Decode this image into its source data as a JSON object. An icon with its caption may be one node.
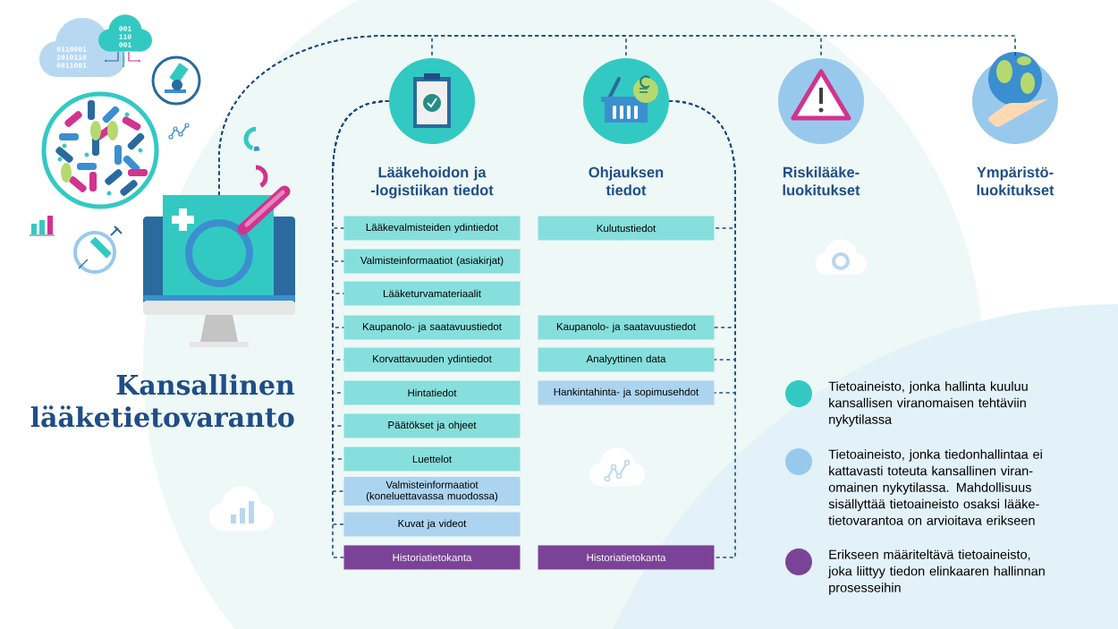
{
  "diagram": {
    "title": "Kansallinen lääketietovaranto",
    "nodes": [
      {
        "text": [],
        "shape": "picture"
      },
      {
        "text": [
          "Lääkehoidon ja -logistiikan tiedot"
        ]
      },
      {
        "text": [
          "Ohjauksen tiedot"
        ]
      },
      {
        "text": [
          "Riskilääke-luokitukset"
        ]
      },
      {
        "text": [
          "Ympäristö-luokitukset"
        ]
      },
      {
        "text": [
          "Lääkevalmisteiden ydintiedot"
        ]
      },
      {
        "text": [
          "Valmisteinformaatiot (asiakirjat)"
        ]
      },
      {
        "text": [
          "Lääketurvamateriaalit"
        ]
      },
      {
        "text": [
          "Kaupanolo- ja saatavuustiedot"
        ]
      },
      {
        "text": [
          "Korvattavuuden ydintiedot"
        ]
      },
      {
        "text": [
          "Hintatiedot"
        ]
      },
      {
        "text": [
          "Päätökset ja ohjeet"
        ]
      },
      {
        "text": [
          "Luettelot"
        ]
      },
      {
        "text": [
          "Valmisteinformaatiot (koneluettavassa muodossa)"
        ]
      },
      {
        "text": [
          "Kuvat ja videot"
        ]
      },
      {
        "text": [
          "Historiatietokanta"
        ]
      },
      {
        "text": [
          "Kulutustiedot"
        ]
      },
      {
        "text": [
          "Kaupanolo- ja saatavuustiedot"
        ]
      },
      {
        "text": [
          "Analyyttinen data"
        ]
      },
      {
        "text": [
          "Hankintahinta- ja sopimusehdot"
        ]
      },
      {
        "text": [
          "Historiatietokanta"
        ]
      }
    ],
    "edges": [
      {
        "from": 0,
        "to": 1,
        "arrow": "none",
        "style": "dashed"
      },
      {
        "from": 0,
        "to": 2,
        "arrow": "none",
        "style": "dashed"
      },
      {
        "from": 0,
        "to": 3,
        "arrow": "none",
        "style": "dashed"
      },
      {
        "from": 0,
        "to": 4,
        "arrow": "none",
        "style": "dashed"
      },
      {
        "from": 1,
        "to": 5,
        "arrow": "none",
        "style": "dashed"
      },
      {
        "from": 1,
        "to": 6,
        "arrow": "none",
        "style": "dashed"
      },
      {
        "from": 1,
        "to": 7,
        "arrow": "none",
        "style": "dashed"
      },
      {
        "from": 1,
        "to": 8,
        "arrow": "none",
        "style": "dashed"
      },
      {
        "from": 1,
        "to": 9,
        "arrow": "none",
        "style": "dashed"
      },
      {
        "from": 1,
        "to": 10,
        "arrow": "none",
        "style": "dashed"
      },
      {
        "from": 1,
        "to": 11,
        "arrow": "none",
        "style": "dashed"
      },
      {
        "from": 1,
        "to": 12,
        "arrow": "none",
        "style": "dashed"
      },
      {
        "from": 1,
        "to": 13,
        "arrow": "none",
        "style": "dashed"
      },
      {
        "from": 1,
        "to": 14,
        "arrow": "none",
        "style": "dashed"
      },
      {
        "from": 1,
        "to": 15,
        "arrow": "none",
        "style": "dashed"
      },
      {
        "from": 2,
        "to": 16,
        "arrow": "none",
        "style": "dashed"
      },
      {
        "from": 2,
        "to": 17,
        "arrow": "none",
        "style": "dashed"
      },
      {
        "from": 2,
        "to": 18,
        "arrow": "none",
        "style": "dashed"
      },
      {
        "from": 2,
        "to": 19,
        "arrow": "none",
        "style": "dashed"
      },
      {
        "from": 2,
        "to": 20,
        "arrow": "none",
        "style": "dashed"
      }
    ],
    "labels": [
      "001",
      "110",
      "001",
      "0110001",
      "1010110",
      "0011001"
    ],
    "legend": [
      {
        "text": "Tietoaineisto, jonka hallinta kuuluu kansallisen viranomaisen tehtäviin nykytilassa",
        "color": "#33c9c3"
      },
      {
        "text": "Tietoaineisto, jonka tiedonhallintaa ei kattavasti toteuta kansallinen viran-omainen nykytilassa. Mahdollisuus sisällyttää tietoaineisto osaksi lääke-tietovarantoa on arvioitava erikseen",
        "color": "#98c9ec"
      },
      {
        "text": "Erikseen määriteltävä tietoaineisto, joka liittyy tiedon elinkaaren hallinnan prosesseihin",
        "color": "#7b4397"
      }
    ]
  }
}
